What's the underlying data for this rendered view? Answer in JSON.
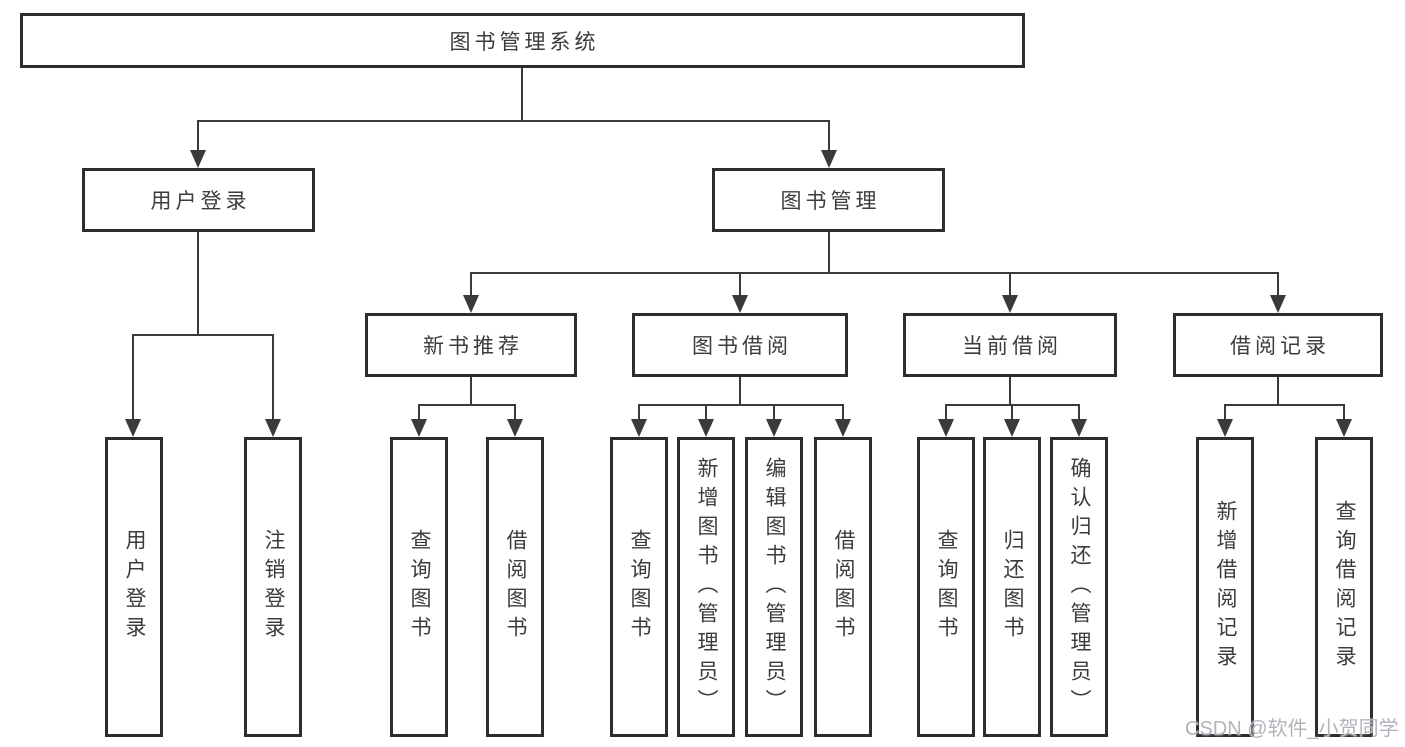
{
  "tree": {
    "root": "图书管理系统",
    "branches": {
      "user_login": "用户登录",
      "book_management": "图书管理"
    },
    "modules": {
      "new_book_recommend": "新书推荐",
      "book_borrow": "图书借阅",
      "current_borrow": "当前借阅",
      "borrow_records": "借阅记录"
    },
    "leaves": {
      "user_login": "用户登录",
      "logout": "注销登录",
      "nbr_query_book": "查询图书",
      "nbr_borrow_book": "借阅图书",
      "bb_query_book": "查询图书",
      "bb_add_book": "新增图书（管理员）",
      "bb_edit_book": "编辑图书（管理员）",
      "bb_borrow_book": "借阅图书",
      "cb_query_book": "查询图书",
      "cb_return_book": "归还图书",
      "cb_confirm_return": "确认归还（管理员）",
      "br_add_record": "新增借阅记录",
      "br_query_record": "查询借阅记录"
    }
  },
  "watermark": {
    "text": "CSDN @软件_小贺同学",
    "color": "#b3b3bb"
  },
  "colors": {
    "background": "#ffffff",
    "box_border": "#2d2d2f",
    "connector": "#3a3a3c",
    "text": "#3c3c3e"
  }
}
